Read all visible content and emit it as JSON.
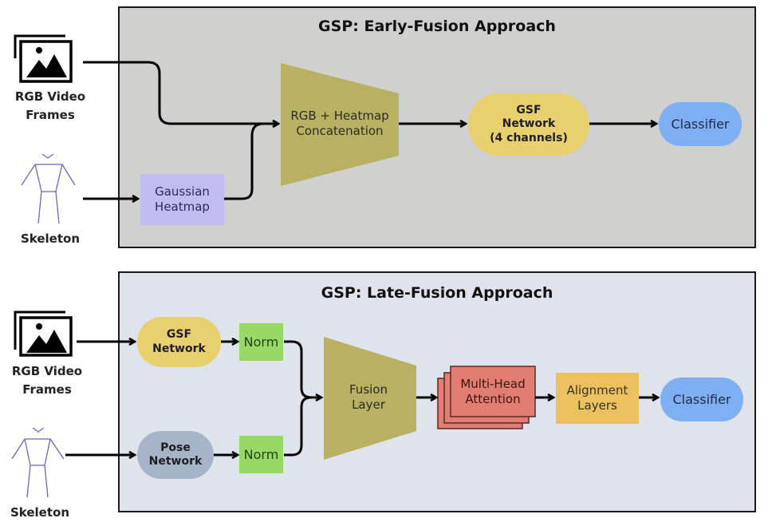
{
  "colors": {
    "early_panel_bg": "#d0d0cf",
    "late_panel_bg": "#dfe3eb",
    "gaussian_heatmap": "#c0bdf5",
    "concat_trapezoid": "#b8b063",
    "gsf_network": "#e8d06e",
    "classifier": "#7eaff2",
    "pose_network": "#a7b3c8",
    "norm": "#98d966",
    "attention": "#e27d72",
    "alignment": "#ebc160"
  },
  "inputs": {
    "rgb_label": "RGB Video\nFrames",
    "skeleton_label": "Skeleton",
    "rgb_icon": "image-frames-icon",
    "skeleton_icon": "skeleton-icon"
  },
  "early": {
    "title": "GSP: Early-Fusion Approach",
    "gaussian": "Gaussian\nHeatmap",
    "concat": "RGB + Heatmap\nConcatenation",
    "gsf": "GSF\nNetwork\n(4 channels)",
    "classifier": "Classifier"
  },
  "late": {
    "title": "GSP: Late-Fusion Approach",
    "gsf": "GSF\nNetwork",
    "pose": "Pose\nNetwork",
    "norm_top": "Norm",
    "norm_bottom": "Norm",
    "fusion": "Fusion\nLayer",
    "attention": "Multi-Head\nAttention",
    "alignment": "Alignment\nLayers",
    "classifier": "Classifier"
  }
}
